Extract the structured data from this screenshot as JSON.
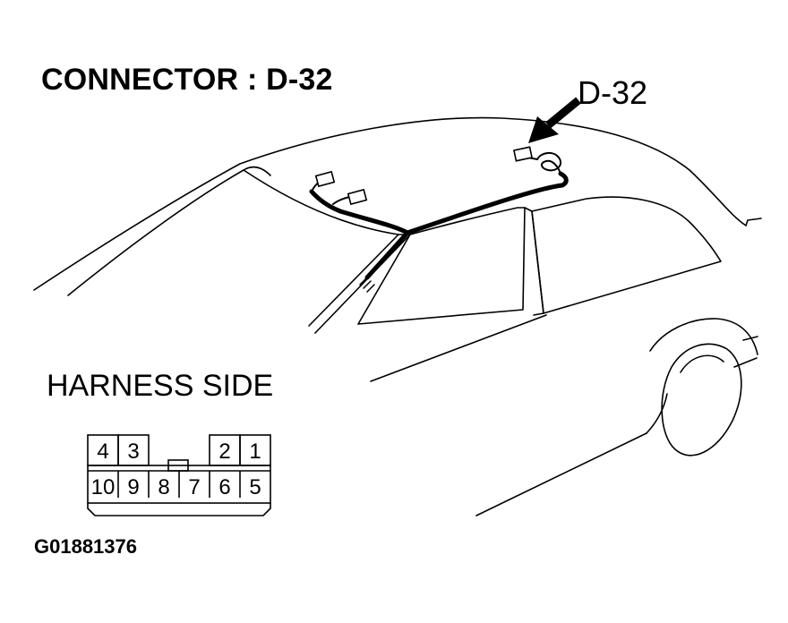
{
  "title": "CONNECTOR : D-32",
  "callout_label": "D-32",
  "view_label": "HARNESS SIDE",
  "figure_id": "G01881376",
  "connector": {
    "top_row": [
      "4",
      "3",
      "",
      "",
      "2",
      "1"
    ],
    "bottom_row": [
      "10",
      "9",
      "8",
      "7",
      "6",
      "5"
    ]
  }
}
